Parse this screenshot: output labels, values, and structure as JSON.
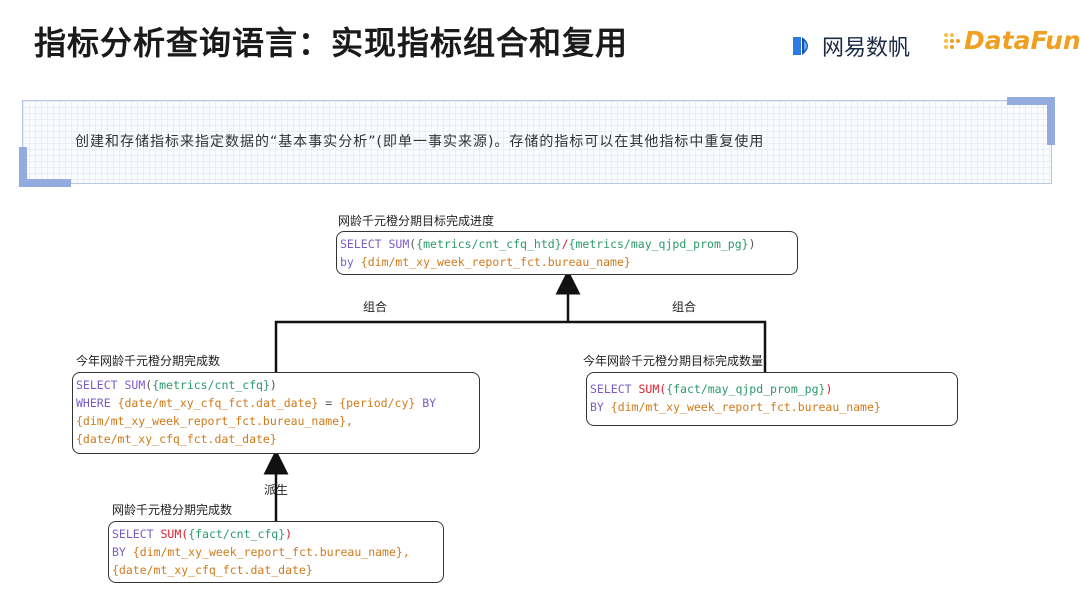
{
  "header": {
    "title": "指标分析查询语言：实现指标组合和复用",
    "brand_netease": "网易数帆",
    "brand_datafun": "DataFun."
  },
  "callout": {
    "text": "创建和存储指标来指定数据的“基本事实分析”(即单一事实来源)。存储的指标可以在其他指标中重复使用"
  },
  "diagram": {
    "top": {
      "label": "网龄千元橙分期目标完成进度",
      "line1": {
        "kw": "SELECT",
        "fn": "SUM",
        "open": "(",
        "a": "{metrics/cnt_cfq_htd}",
        "slash": "/",
        "b": "{metrics/may_qjpd_prom_pg}",
        "close": ")"
      },
      "line2": {
        "kw": "by",
        "a": "{dim/mt_xy_week_report_fct.bureau_name}"
      }
    },
    "combine_left_label": "组合",
    "combine_right_label": "组合",
    "middle_left": {
      "label": "今年网龄千元橙分期完成数",
      "line1": {
        "kw": "SELECT",
        "fn": "SUM",
        "open": "(",
        "a": "{metrics/cnt_cfq}",
        "close": ")"
      },
      "line2": {
        "kw": "WHERE",
        "a": "{date/mt_xy_cfq_fct.dat_date}",
        "eq": " = ",
        "b": "{period/cy}",
        "kw2": "BY"
      },
      "line3": "{dim/mt_xy_week_report_fct.bureau_name},",
      "line4": "{date/mt_xy_cfq_fct.dat_date}"
    },
    "middle_right": {
      "label": "今年网龄千元橙分期目标完成数量",
      "line1": {
        "kw": "SELECT",
        "fn": "SUM",
        "open": "(",
        "a": "{fact/may_qjpd_prom_pg}",
        "close": ")"
      },
      "line2": {
        "kw": "BY",
        "a": "{dim/mt_xy_week_report_fct.bureau_name}"
      }
    },
    "derive_label": "派生",
    "bottom": {
      "label": "网龄千元橙分期完成数",
      "line1": {
        "kw": "SELECT",
        "fn": "SUM",
        "open": "(",
        "a": "{fact/cnt_cfq}",
        "close": ")"
      },
      "line2": {
        "kw": "BY",
        "a": "{dim/mt_xy_week_report_fct.bureau_name},"
      },
      "line3": "{date/mt_xy_cfq_fct.dat_date}"
    }
  }
}
